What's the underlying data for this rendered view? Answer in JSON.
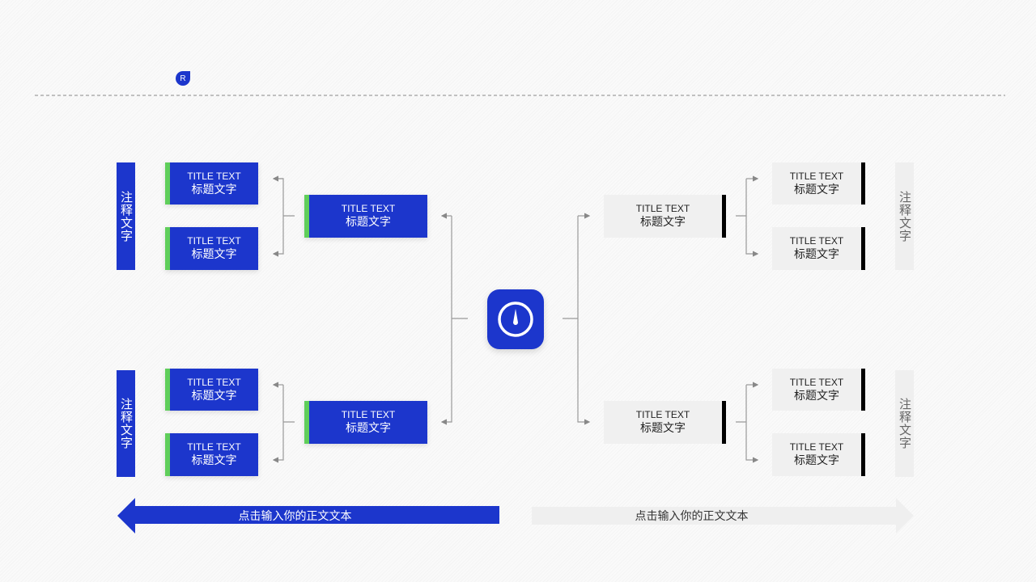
{
  "logo": "R",
  "title_en": "TITLE TEXT",
  "title_cn": "标题文字",
  "left_notes": [
    "注释文字",
    "注释文字"
  ],
  "right_notes": [
    "注释文字",
    "注释文字"
  ],
  "left_boxes": [
    {
      "en": "TITLE TEXT",
      "cn": "标题文字"
    },
    {
      "en": "TITLE TEXT",
      "cn": "标题文字"
    },
    {
      "en": "TITLE TEXT",
      "cn": "标题文字"
    },
    {
      "en": "TITLE TEXT",
      "cn": "标题文字"
    }
  ],
  "left_mid": [
    {
      "en": "TITLE TEXT",
      "cn": "标题文字"
    },
    {
      "en": "TITLE TEXT",
      "cn": "标题文字"
    }
  ],
  "right_mid": [
    {
      "en": "TITLE TEXT",
      "cn": "标题文字"
    },
    {
      "en": "TITLE TEXT",
      "cn": "标题文字"
    }
  ],
  "right_boxes": [
    {
      "en": "TITLE TEXT",
      "cn": "标题文字"
    },
    {
      "en": "TITLE TEXT",
      "cn": "标题文字"
    },
    {
      "en": "TITLE TEXT",
      "cn": "标题文字"
    },
    {
      "en": "TITLE TEXT",
      "cn": "标题文字"
    }
  ],
  "bottom_left_text": "点击输入你的正文文本",
  "bottom_right_text": "点击输入你的正文文本",
  "colors": {
    "accent": "#1c36cc",
    "green": "#5fce5a",
    "gray": "#f0f0f0"
  }
}
